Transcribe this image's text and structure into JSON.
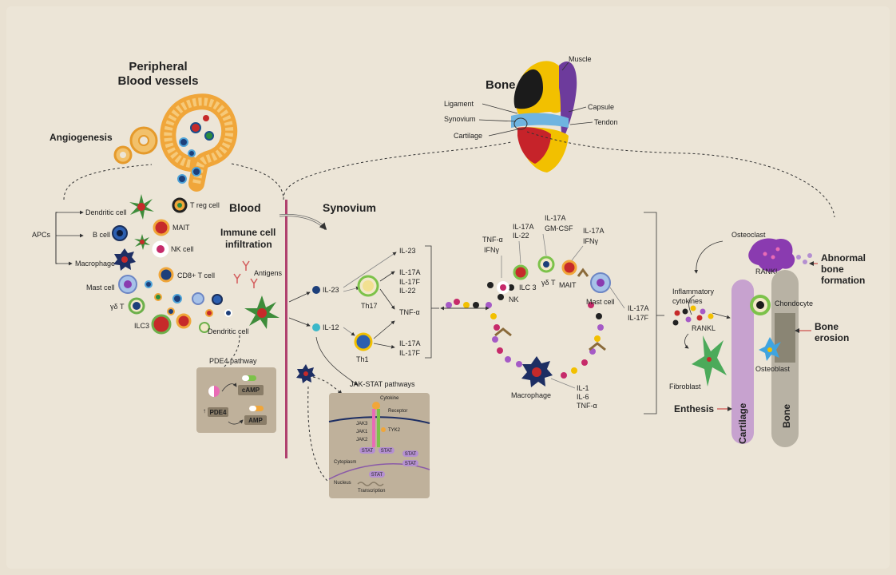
{
  "blood_vessels": {
    "title1": "Peripheral",
    "title2": "Blood vessels",
    "angiogenesis": "Angiogenesis"
  },
  "cells_left": {
    "apcs": "APCs",
    "dendritic": "Dendritic cell",
    "b_cell": "B cell",
    "macrophage": "Macrophage",
    "mast": "Mast cell",
    "gd_t": "γδ T",
    "ilc3": "ILC3",
    "treg": "T reg cell",
    "mait": "MAIT",
    "nk": "NK cell",
    "cd8": "CD8+ T cell",
    "dendritic2": "Dendritic cell",
    "antigens": "Antigens"
  },
  "blood": {
    "title": "Blood",
    "infiltration1": "Immune cell",
    "infiltration2": "infiltration"
  },
  "pde4": {
    "title": "PDE4 pathway",
    "camp": "cAMP",
    "pde4": "PDE4",
    "arrow": "↑",
    "amp": "AMP"
  },
  "synovium": {
    "title": "Synovium",
    "il23": "IL-23",
    "il12": "IL-12",
    "th17": "Th17",
    "th1": "Th1",
    "out_il23": "IL-23",
    "out_il17a": "IL-17A",
    "out_il17f": "IL-17F",
    "out_il22": "IL-22",
    "out_tnf": "TNF-α",
    "th1_il17a": "IL-17A",
    "th1_il17f": "IL-17F"
  },
  "jak": {
    "title": "JAK-STAT pathways",
    "cytokine": "Cytokine",
    "receptor": "Receptor",
    "jak3": "JAK3",
    "jak1": "JAK1",
    "jak2": "JAK2",
    "tyk2": "TYK2",
    "stat": "STAT",
    "cytoplasm": "Cytoplasm",
    "nucleus": "Nucleus",
    "transcription": "Transcription"
  },
  "ring": {
    "tnf": "TNF-α",
    "ifn": "IFNγ",
    "ilc3_il17a": "IL-17A",
    "ilc3_il22": "IL-22",
    "gd_il17a": "IL-17A",
    "gd_gmcsf": "GM-CSF",
    "mait_il17a": "IL-17A",
    "mait_ifn": "IFNγ",
    "nk": "NK",
    "ilc3": "ILC 3",
    "gd_t": "γδ T",
    "mait": "MAIT",
    "mast": "Mast cell",
    "mast_il17a": "IL-17A",
    "mast_il17f": "IL-17F",
    "macrophage": "Macrophage",
    "mac_il1": "IL-1",
    "mac_il6": "IL-6",
    "mac_tnf": "TNF-α"
  },
  "joint": {
    "bone": "Bone",
    "muscle": "Muscle",
    "ligament": "Ligament",
    "synovium": "Synovium",
    "cartilage": "Cartilage",
    "capsule": "Capsule",
    "tendon": "Tendon"
  },
  "bone_panel": {
    "osteoclast": "Osteoclast",
    "abnormal1": "Abnormal",
    "abnormal2": "bone",
    "abnormal3": "formation",
    "rankl_top": "RANKL",
    "inflam1": "Inflammatory",
    "inflam2": "cytokines",
    "chondocyte": "Chondocyte",
    "rankl": "RANKL",
    "bone_erosion1": "Bone",
    "bone_erosion2": "erosion",
    "osteoblast": "Osteoblast",
    "fibroblast": "Fibroblast",
    "enthesis": "Enthesis",
    "cartilage": "Cartilage",
    "bone": "Bone"
  }
}
